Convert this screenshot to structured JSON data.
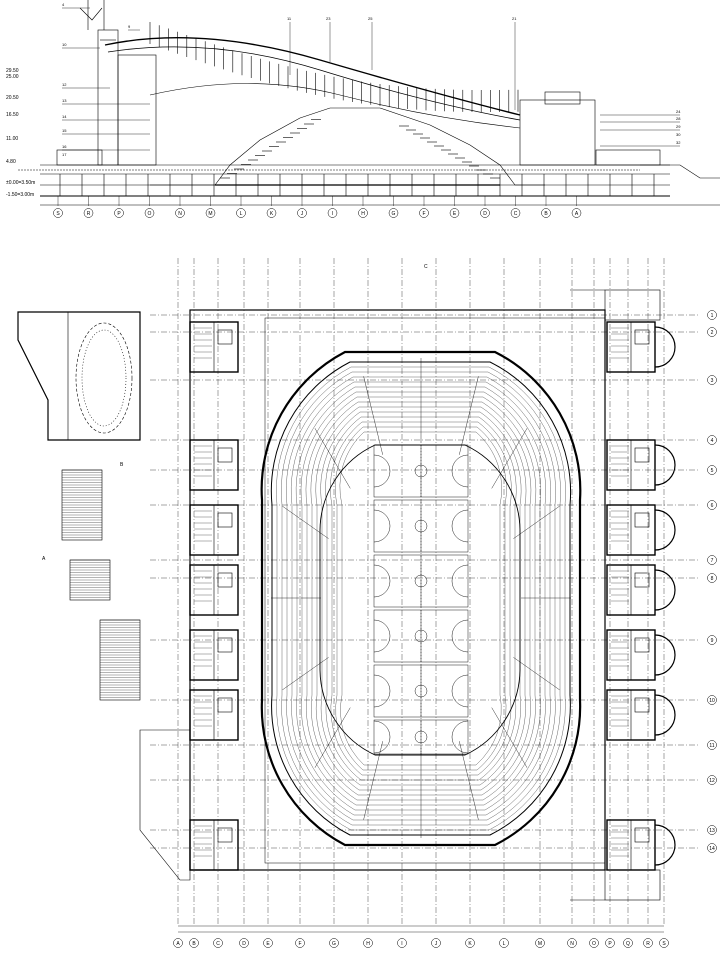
{
  "section": {
    "levels": [
      "29.50",
      "25.00",
      "20.50",
      "16.50",
      "11.00",
      "4.80",
      "±0.00=3.50m",
      "-1.50=3.00m"
    ],
    "callouts": [
      "4",
      "9",
      "10",
      "11",
      "12",
      "13",
      "14",
      "15",
      "16",
      "17",
      "21",
      "23",
      "24",
      "25",
      "28",
      "29",
      "30",
      "32"
    ],
    "axes": [
      "S",
      "R",
      "P",
      "O",
      "N",
      "M",
      "L",
      "K",
      "J",
      "I",
      "H",
      "G",
      "F",
      "E",
      "D",
      "C",
      "B",
      "A"
    ]
  },
  "plan": {
    "section_marks": [
      "A",
      "B",
      "C"
    ],
    "row_axes": [
      "1",
      "2",
      "3",
      "4",
      "5",
      "6",
      "7",
      "8",
      "9",
      "10",
      "11",
      "12",
      "13",
      "14"
    ],
    "col_axes": [
      "A",
      "B",
      "C",
      "D",
      "E",
      "F",
      "G",
      "H",
      "I",
      "J",
      "K",
      "L",
      "M",
      "N",
      "O",
      "P",
      "Q",
      "R",
      "S"
    ]
  },
  "colors": {
    "ink": "#000000",
    "paper": "#ffffff",
    "hatch": "#555555"
  }
}
